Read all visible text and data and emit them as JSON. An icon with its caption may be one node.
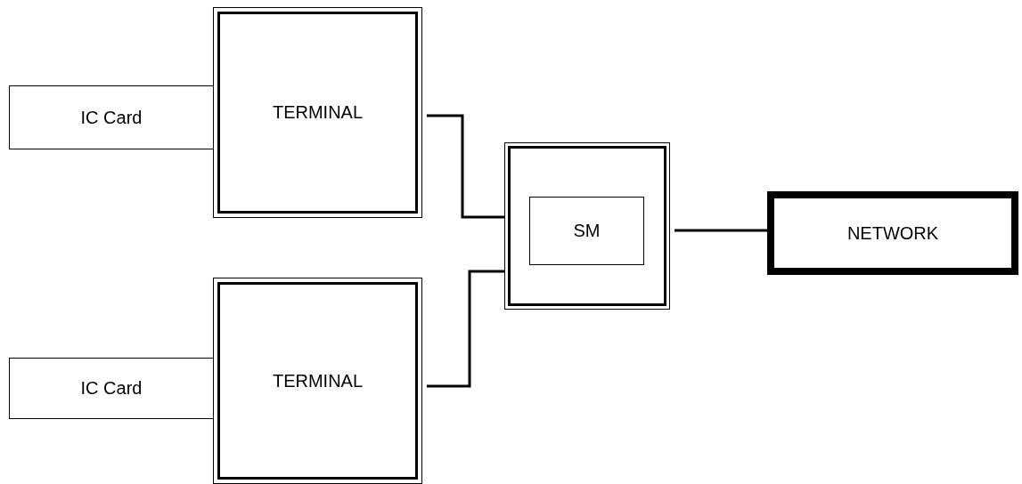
{
  "diagram": {
    "nodes": [
      {
        "text": [
          "IC Card"
        ]
      },
      {
        "text": [
          "TERMINAL"
        ]
      },
      {
        "text": [],
        "shape": "box"
      },
      {
        "text": [
          "SM"
        ],
        "in": 2
      },
      {
        "text": [
          "NETWORK"
        ]
      },
      {
        "text": [
          "IC Card"
        ]
      },
      {
        "text": [
          "TERMINAL"
        ]
      }
    ],
    "edges": [
      {
        "from": 1,
        "to": 2,
        "arrow": "none"
      },
      {
        "from": 6,
        "to": 2,
        "arrow": "none"
      },
      {
        "from": 2,
        "to": 4,
        "arrow": "none"
      }
    ]
  }
}
